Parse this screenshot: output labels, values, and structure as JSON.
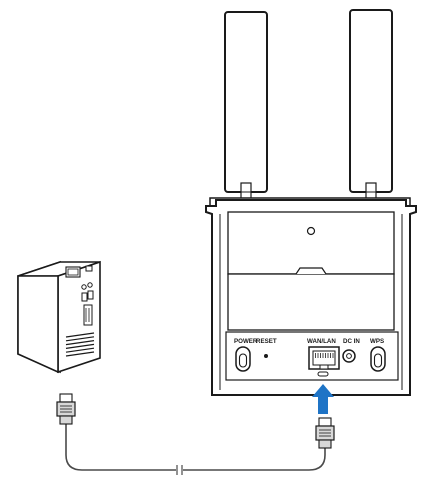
{
  "router": {
    "ports": {
      "power_label": "POWER",
      "reset_label": "RESET",
      "wan_lan_label": "WAN/LAN",
      "dc_in_label": "DC IN",
      "wps_label": "WPS"
    }
  },
  "colors": {
    "outline": "#1a1a1a",
    "body_fill": "#ffffff",
    "arrow": "#1f74c6",
    "cable": "#4a4a4a",
    "connector": "#d8d8d8"
  },
  "icons": {
    "computer": "desktop-tower-icon",
    "arrow": "arrow-up-icon",
    "connector": "rj45-plug-icon"
  }
}
